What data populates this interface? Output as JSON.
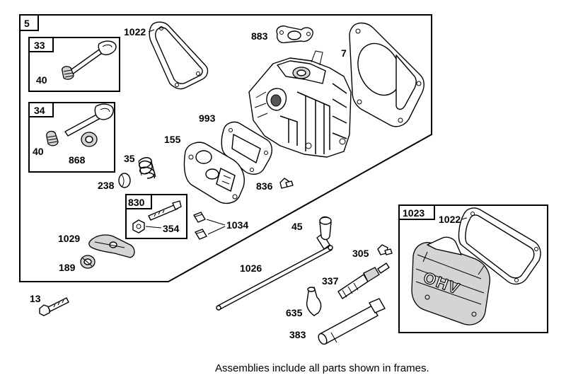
{
  "frames": {
    "head_assembly": "5",
    "intake_valve": "33",
    "exhaust_valve": "34",
    "rocker_stud": "830",
    "valve_cover": "1023"
  },
  "callouts": {
    "gasket_cover_top": "1022",
    "gasket_intake": "883",
    "gasket_head": "7",
    "valve_seal_33": "40",
    "valve_seal_34": "40",
    "valve_retainer": "868",
    "gasket_993": "993",
    "plate_155": "155",
    "spring_35": "35",
    "cap_238": "238",
    "screw_836": "836",
    "nut_354": "354",
    "guide_1034": "1034",
    "rocker_1029": "1029",
    "pivot_189": "189",
    "tappet_45": "45",
    "pushrod_1026": "1026",
    "bolt_13": "13",
    "screw_305": "305",
    "spark_plug": "337",
    "plug_boot": "635",
    "spark_tool": "383",
    "gasket_cover_right": "1022"
  },
  "cover_logo": "OHV",
  "footnote": "Assemblies include all parts shown in frames."
}
